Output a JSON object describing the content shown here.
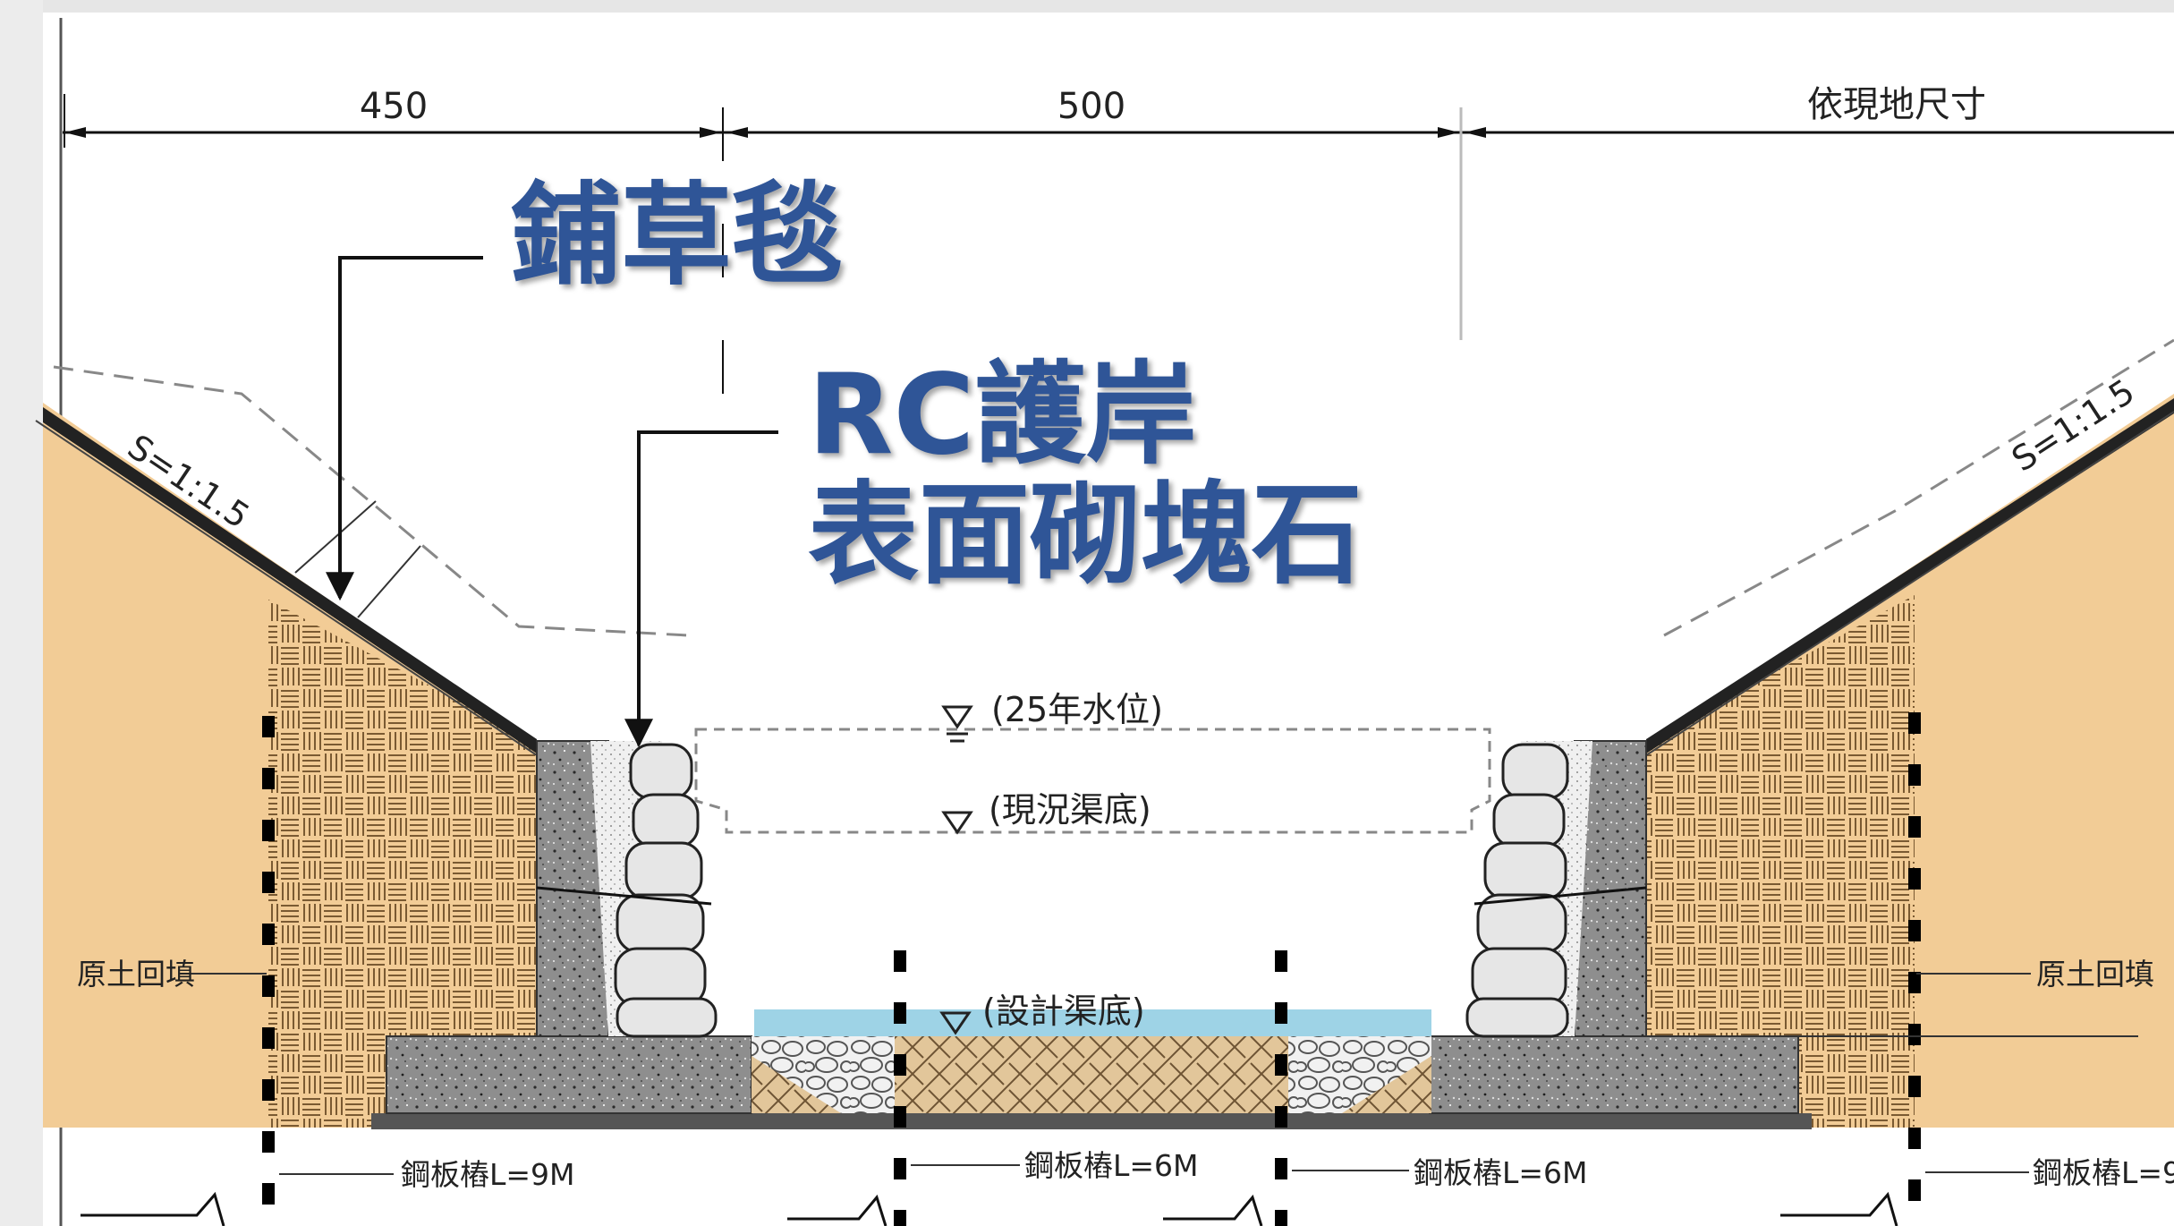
{
  "dimensions": {
    "left": "450",
    "middle": "500",
    "right": "依現地尺寸"
  },
  "slopes": {
    "left": "S=1:1.5",
    "right": "S=1:1.5"
  },
  "callouts": {
    "grass_mat": "鋪草毯",
    "rc_line1": "RC護岸",
    "rc_line2": "表面砌塊石"
  },
  "water_levels": {
    "flood": "(25年水位)",
    "existing": "(現況渠底)",
    "design": "(設計渠底)"
  },
  "backfill": {
    "left": "原土回填",
    "right": "原土回填"
  },
  "piles": {
    "left": "鋼板樁L=9M",
    "mid_left": "鋼板樁L=6M",
    "mid_right": "鋼板樁L=6M",
    "right": "鋼板樁L=9"
  },
  "colors": {
    "soil": "#f2cc96",
    "concrete": "#8e8e8e",
    "concrete_dark": "#6f6f6f",
    "water": "#9ed3e6",
    "callout": "#2f5597",
    "line": "#111111"
  }
}
